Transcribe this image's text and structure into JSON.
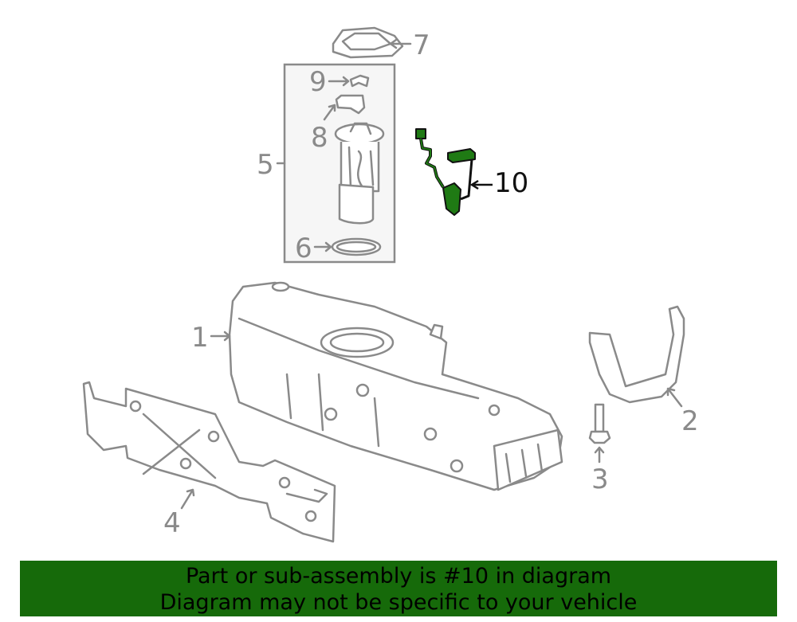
{
  "diagram": {
    "callouts": [
      {
        "id": "1",
        "label": "1"
      },
      {
        "id": "2",
        "label": "2"
      },
      {
        "id": "3",
        "label": "3"
      },
      {
        "id": "4",
        "label": "4"
      },
      {
        "id": "5",
        "label": "5"
      },
      {
        "id": "6",
        "label": "6"
      },
      {
        "id": "7",
        "label": "7"
      },
      {
        "id": "8",
        "label": "8"
      },
      {
        "id": "9",
        "label": "9"
      },
      {
        "id": "10",
        "label": "10"
      }
    ],
    "highlighted_part": "10",
    "highlight_color": "#1f7a14",
    "line_color": "#8a8a8a"
  },
  "banner": {
    "line1": "Part or sub-assembly is #10 in diagram",
    "line2": "Diagram may not be specific to your vehicle",
    "background": "#166a0a"
  }
}
